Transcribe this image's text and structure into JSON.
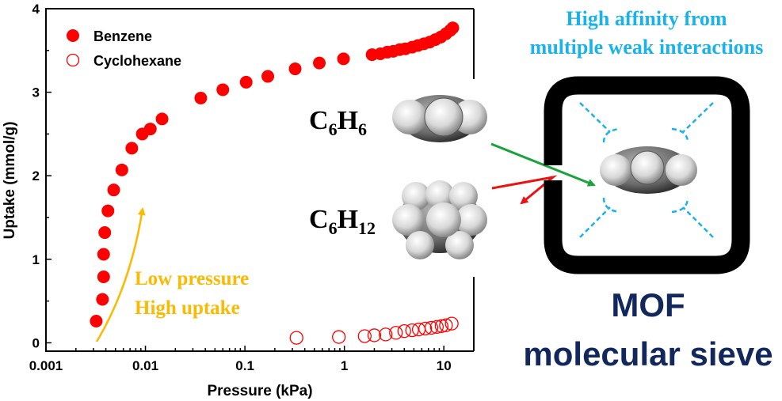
{
  "chart_data": {
    "type": "scatter",
    "xlabel": "Pressure (kPa)",
    "ylabel": "Uptake (mmol/g)",
    "xscale": "log",
    "xlim": [
      0.001,
      20
    ],
    "ylim": [
      -0.1,
      4
    ],
    "xticks": [
      "0.001",
      "0.01",
      "0.1",
      "1",
      "10"
    ],
    "xtick_values": [
      0.001,
      0.01,
      0.1,
      1,
      10
    ],
    "yticks": [
      "0",
      "1",
      "2",
      "3",
      "4"
    ],
    "ytick_values": [
      0,
      1,
      2,
      3,
      4
    ],
    "legend_position": "top-left",
    "series": [
      {
        "name": "Benzene",
        "marker": "filled-circle",
        "x": [
          0.0032,
          0.0037,
          0.0038,
          0.0038,
          0.0039,
          0.0042,
          0.0048,
          0.0058,
          0.0073,
          0.0093,
          0.0112,
          0.0147,
          0.036,
          0.06,
          0.103,
          0.17,
          0.32,
          0.56,
          0.98,
          1.9,
          2.3,
          2.7,
          3.1,
          3.6,
          4.1,
          4.8,
          5.5,
          6.3,
          7.2,
          8.2,
          9.3,
          10.5,
          11.6,
          12.3
        ],
        "y": [
          0.26,
          0.52,
          0.79,
          1.06,
          1.32,
          1.58,
          1.83,
          2.07,
          2.33,
          2.5,
          2.56,
          2.68,
          2.93,
          3.03,
          3.12,
          3.19,
          3.28,
          3.35,
          3.4,
          3.45,
          3.46,
          3.48,
          3.49,
          3.51,
          3.52,
          3.54,
          3.56,
          3.58,
          3.6,
          3.63,
          3.66,
          3.7,
          3.74,
          3.77
        ]
      },
      {
        "name": "Cyclohexane",
        "marker": "open-circle",
        "x": [
          0.33,
          0.88,
          1.6,
          2.0,
          2.6,
          3.3,
          4.0,
          4.8,
          5.6,
          6.5,
          7.5,
          8.5,
          9.5,
          10.5,
          12.0
        ],
        "y": [
          0.06,
          0.07,
          0.08,
          0.09,
          0.1,
          0.12,
          0.14,
          0.15,
          0.16,
          0.17,
          0.18,
          0.19,
          0.2,
          0.21,
          0.23
        ]
      }
    ],
    "annotation": [
      "Low pressure",
      "High uptake"
    ]
  },
  "molecules": {
    "benzene": {
      "base": "C",
      "sub1": "6",
      "mid": "H",
      "sub2": "6"
    },
    "cyclohexane": {
      "base": "C",
      "sub1": "6",
      "mid": "H",
      "sub2": "12"
    }
  },
  "diagram": {
    "title_line1": "High affinity from",
    "title_line2": "multiple weak interactions",
    "label_line1": "MOF",
    "label_line2": "molecular sieve"
  },
  "colors": {
    "series": "#ff0000",
    "annotation": "#fbb900",
    "interaction": "#1ab2ea",
    "mof_label": "#12275c",
    "accept_arrow": "#1aa33a",
    "reject_arrow": "#ee1111"
  }
}
